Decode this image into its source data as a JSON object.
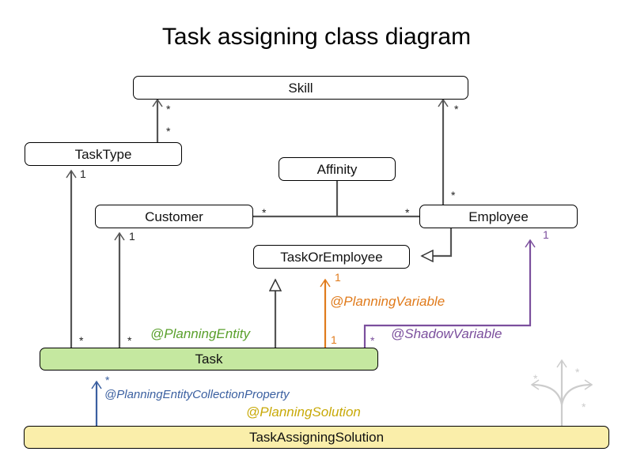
{
  "diagram": {
    "title": "Task assigning class diagram",
    "type": "uml-class-diagram",
    "colors": {
      "line": "#555555",
      "box_border": "#000000",
      "planning_entity": "#5aa02c",
      "planning_variable": "#e07b1c",
      "shadow_variable": "#7b4f9d",
      "planning_entity_collection": "#3a5fa0",
      "planning_solution": "#c8a907",
      "task_fill": "#c5e8a0",
      "solution_fill": "#faeeaa",
      "decoration": "#cccccc"
    },
    "classes": [
      {
        "id": "skill",
        "name": "Skill"
      },
      {
        "id": "tasktype",
        "name": "TaskType"
      },
      {
        "id": "affinity",
        "name": "Affinity"
      },
      {
        "id": "customer",
        "name": "Customer"
      },
      {
        "id": "employee",
        "name": "Employee"
      },
      {
        "id": "taskoremployee",
        "name": "TaskOrEmployee"
      },
      {
        "id": "task",
        "name": "Task"
      },
      {
        "id": "solution",
        "name": "TaskAssigningSolution"
      }
    ],
    "annotations": [
      {
        "id": "planning-entity",
        "text": "@PlanningEntity",
        "color": "#5aa02c"
      },
      {
        "id": "planning-variable",
        "text": "@PlanningVariable",
        "color": "#e07b1c"
      },
      {
        "id": "shadow-variable",
        "text": "@ShadowVariable",
        "color": "#7b4f9d"
      },
      {
        "id": "planning-entity-collection-property",
        "text": "@PlanningEntityCollectionProperty",
        "color": "#3a5fa0"
      },
      {
        "id": "planning-solution",
        "text": "@PlanningSolution",
        "color": "#c8a907"
      }
    ],
    "multiplicities": [
      {
        "id": "tasktype-skill-top",
        "text": "*",
        "color": "#222222"
      },
      {
        "id": "tasktype-skill-bottom",
        "text": "*",
        "color": "#222222"
      },
      {
        "id": "employee-skill-top",
        "text": "*",
        "color": "#222222"
      },
      {
        "id": "employee-skill-bottom",
        "text": "*",
        "color": "#222222"
      },
      {
        "id": "task-tasktype-one",
        "text": "1",
        "color": "#222222"
      },
      {
        "id": "task-customer-one",
        "text": "1",
        "color": "#222222"
      },
      {
        "id": "customer-affinity",
        "text": "*",
        "color": "#222222"
      },
      {
        "id": "employee-affinity",
        "text": "*",
        "color": "#222222"
      },
      {
        "id": "task-tasktype-many",
        "text": "*",
        "color": "#222222"
      },
      {
        "id": "task-customer-many",
        "text": "*",
        "color": "#222222"
      },
      {
        "id": "task-taskoremployee-top",
        "text": "1",
        "color": "#e07b1c"
      },
      {
        "id": "task-taskoremployee-bottom",
        "text": "1",
        "color": "#e07b1c"
      },
      {
        "id": "task-employee-shadow-one",
        "text": "1",
        "color": "#7b4f9d"
      },
      {
        "id": "task-employee-shadow-many",
        "text": "*",
        "color": "#7b4f9d"
      },
      {
        "id": "solution-task-many",
        "text": "*",
        "color": "#3a5fa0"
      },
      {
        "id": "decoration-star-top",
        "text": "*",
        "color": "#cccccc"
      },
      {
        "id": "decoration-star-left",
        "text": "*",
        "color": "#cccccc"
      },
      {
        "id": "decoration-star-right",
        "text": "*",
        "color": "#cccccc"
      }
    ]
  }
}
